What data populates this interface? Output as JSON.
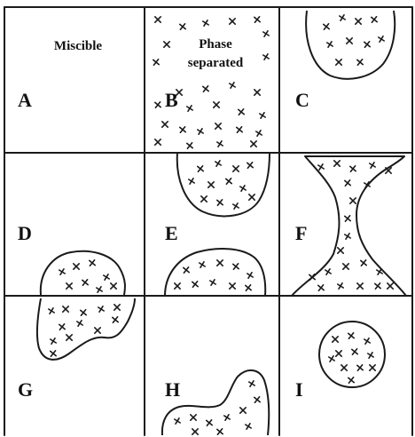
{
  "headers": {
    "miscible": "Miscible",
    "phase_line1": "Phase",
    "phase_line2": "separated"
  },
  "panels": [
    {
      "id": "A",
      "label": "A"
    },
    {
      "id": "B",
      "label": "B"
    },
    {
      "id": "C",
      "label": "C"
    },
    {
      "id": "D",
      "label": "D"
    },
    {
      "id": "E",
      "label": "E"
    },
    {
      "id": "F",
      "label": "F"
    },
    {
      "id": "G",
      "label": "G"
    },
    {
      "id": "H",
      "label": "H"
    },
    {
      "id": "I",
      "label": "I"
    }
  ],
  "colors": {
    "ink": "#1a1a1a",
    "paper": "#ffffff"
  }
}
